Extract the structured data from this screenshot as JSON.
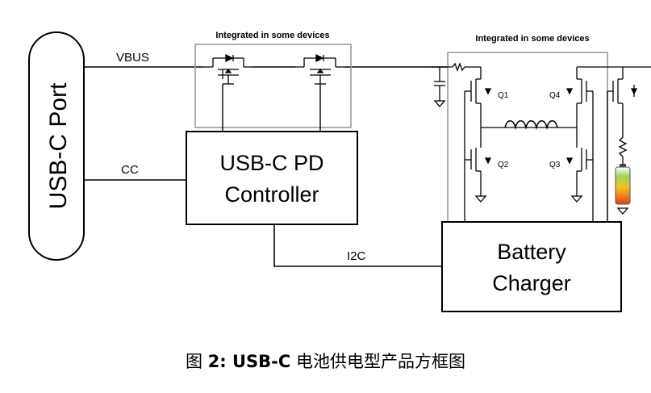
{
  "port": {
    "label": "USB-C Port"
  },
  "signals": {
    "vbus": "VBUS",
    "cc": "CC",
    "i2c": "I2C"
  },
  "groups": {
    "left_label": "Integrated in some devices",
    "right_label": "Integrated in some devices"
  },
  "blocks": {
    "pd_controller": {
      "line1": "USB-C PD",
      "line2": "Controller"
    },
    "battery_charger": {
      "line1": "Battery",
      "line2": "Charger"
    }
  },
  "transistors": {
    "q1": "Q1",
    "q2": "Q2",
    "q3": "Q3",
    "q4": "Q4"
  },
  "caption": {
    "prefix": "图 ",
    "number": "2: USB-C",
    "text": " 电池供电型产品方框图"
  },
  "colors": {
    "stroke": "#000000",
    "group_box": "#999999",
    "battery_top": "#3aa63a",
    "battery_mid": "#f0c020",
    "battery_low": "#e05020"
  }
}
